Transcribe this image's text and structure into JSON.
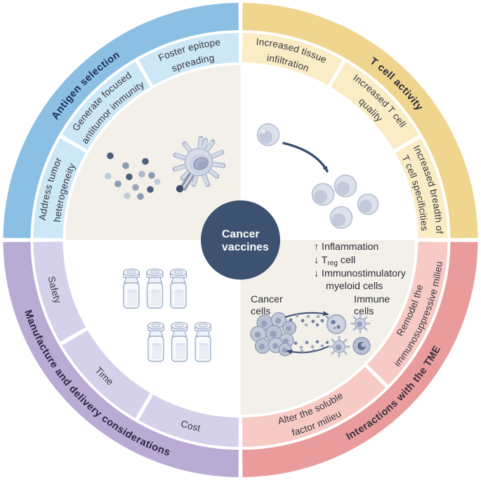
{
  "center": {
    "line1": "Cancer",
    "line2": "vaccines",
    "bg_color": "#3D5270",
    "text_color": "#FFFFFF"
  },
  "wheel": {
    "quadrants": [
      {
        "id": "antigen-selection",
        "title": "Antigen selection",
        "a1": 270,
        "a2": 360,
        "flip": false,
        "outer_color": "#8BC0E4",
        "inner_color": "#CCE7F6",
        "title_color": "#1F2D52",
        "interior_color": "#F2F0E9",
        "segments": [
          {
            "id": "address-tumor-heterogeneity",
            "a1": 270,
            "a2": 300,
            "lines": [
              "Address tumor",
              "heterogeneity"
            ]
          },
          {
            "id": "generate-focused-antitumor-immunity",
            "a1": 300,
            "a2": 330,
            "lines": [
              "Generate focused",
              "antitumor immunity"
            ]
          },
          {
            "id": "foster-epitope-spreading",
            "a1": 330,
            "a2": 360,
            "lines": [
              "Foster epitope",
              "spreading"
            ]
          }
        ]
      },
      {
        "id": "t-cell-activity",
        "title": "T cell activity",
        "a1": 0,
        "a2": 90,
        "flip": false,
        "outer_color": "#F0D58E",
        "inner_color": "#FAEDC6",
        "title_color": "#26283A",
        "interior_color": "#FFFFFF",
        "segments": [
          {
            "id": "increased-tissue-infiltration",
            "a1": 0,
            "a2": 30,
            "lines": [
              "Increased tissue",
              "infiltration"
            ]
          },
          {
            "id": "increased-t-cell-quality",
            "a1": 30,
            "a2": 60,
            "lines": [
              "Increased T cell",
              "quality"
            ]
          },
          {
            "id": "increased-breadth-of-t-cell-specificities",
            "a1": 60,
            "a2": 90,
            "lines": [
              "Increased breadth of",
              "T cell specificities"
            ]
          }
        ]
      },
      {
        "id": "interactions-with-the-tme",
        "title": "Interactions with the TME",
        "a1": 90,
        "a2": 180,
        "flip": true,
        "outer_color": "#EA9C9D",
        "inner_color": "#F8CAC6",
        "title_color": "#33303E",
        "interior_color": "#F2F0E9",
        "segments": [
          {
            "id": "remodel-the-immunosuppressive-milieu",
            "a1": 90,
            "a2": 135,
            "lines": [
              "Remodel the",
              "immunosuppressive milieu"
            ]
          },
          {
            "id": "alter-the-soluble-factor-milieu",
            "a1": 135,
            "a2": 180,
            "lines": [
              "Alter the soluble",
              "factor milieu"
            ]
          }
        ]
      },
      {
        "id": "manufacture-and-delivery-considerations",
        "title": "Manufacture and delivery considerations",
        "a1": 180,
        "a2": 270,
        "flip": true,
        "outer_color": "#B9ABD4",
        "inner_color": "#D6D1EA",
        "title_color": "#2A2640",
        "interior_color": "#FFFFFF",
        "segments": [
          {
            "id": "cost",
            "a1": 180,
            "a2": 210,
            "lines": [
              "Cost"
            ]
          },
          {
            "id": "time",
            "a1": 210,
            "a2": 240,
            "lines": [
              "Time"
            ]
          },
          {
            "id": "safety",
            "a1": 240,
            "a2": 270,
            "lines": [
              "Safety"
            ]
          }
        ]
      }
    ]
  },
  "annotations": {
    "tme_effects": {
      "line1": "↑ Inflammation",
      "line2_prefix": "↓ T",
      "line2_sub": "reg",
      "line2_suffix": " cell",
      "line3": "↓ Immunostimulatory",
      "line4": "myeloid cells"
    },
    "cancer_cells_label": {
      "line1": "Cancer",
      "line2": "cells"
    },
    "immune_cells_label": {
      "line1": "Immune",
      "line2": "cells"
    }
  },
  "icons": [
    "antigen-dots",
    "dendritic-cell-icon",
    "t-cell-icon",
    "t-cell-cluster-icon",
    "trafficking-arrow-icon",
    "vaccine-vial-icon",
    "tumor-cluster-icon",
    "macrophage-icon",
    "dendritic-immune-cell-icon",
    "monocyte-icon",
    "secreted-factor-dots",
    "crosstalk-arrow-icons"
  ],
  "palette": {
    "antigen_outer": "#8BC0E4",
    "antigen_inner": "#CCE7F6",
    "tcell_outer": "#F0D58E",
    "tcell_inner": "#FAEDC6",
    "tme_outer": "#EA9C9D",
    "tme_inner": "#F8CAC6",
    "manufacture_outer": "#B9ABD4",
    "manufacture_inner": "#D6D1EA",
    "interior_cream": "#F2F0E9",
    "interior_white": "#FFFFFF",
    "center_navy": "#3D5270",
    "arrow_navy": "#3A4F73",
    "cell_body": "#DCE1EC",
    "cell_outline": "#B7C0D3",
    "dot_dark": "#4E5F7E",
    "dot_medium": "#8B9AB5",
    "dot_light": "#C2CBDC",
    "label_dark": "#36363E"
  }
}
